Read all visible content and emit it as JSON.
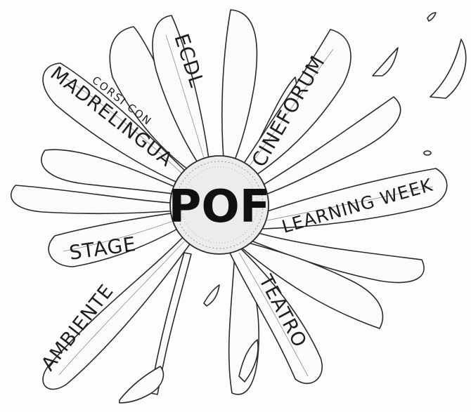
{
  "center": {
    "label": "POF"
  },
  "petals": [
    {
      "id": "madrelingua",
      "prefix": "CORSI CON",
      "label": "MADRELINGUA"
    },
    {
      "id": "ecdl",
      "label": "ECDL"
    },
    {
      "id": "cineforum",
      "label": "CINEFORUM"
    },
    {
      "id": "learning-week",
      "label": "LEARNING WEEK"
    },
    {
      "id": "stage",
      "label": "STAGE"
    },
    {
      "id": "ambiente",
      "label": "AMBIENTE"
    },
    {
      "id": "teatro",
      "label": "TEATRO"
    }
  ],
  "colors": {
    "ink": "#1e1e1e",
    "paper": "#fdfdfb",
    "pencil": "#8a8a8a"
  }
}
